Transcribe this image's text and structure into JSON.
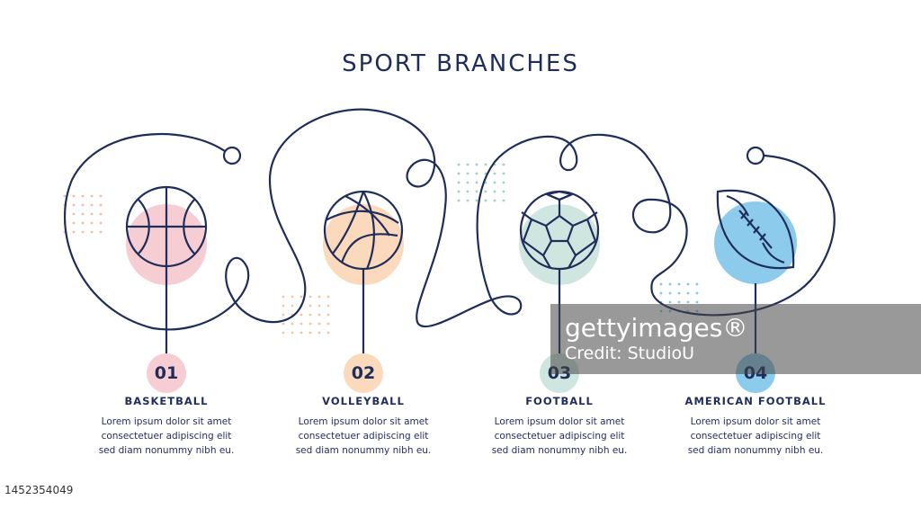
{
  "title": "SPORT BRANCHES",
  "colors": {
    "navy": "#1f2d5a",
    "pink": "#f6cdd3",
    "peach": "#fbd9bd",
    "mint": "#cfe6e0",
    "blue": "#8ccbec"
  },
  "steps": [
    {
      "number": "01",
      "label": "BASKETBALL",
      "icon": "basketball-icon",
      "color": "#f6cdd3",
      "desc": [
        "Lorem ipsum dolor sit amet",
        "consectetuer adipiscing elit",
        "sed diam nonummy nibh eu."
      ]
    },
    {
      "number": "02",
      "label": "VOLLEYBALL",
      "icon": "volleyball-icon",
      "color": "#fbd9bd",
      "desc": [
        "Lorem ipsum dolor sit amet",
        "consectetuer adipiscing elit",
        "sed diam nonummy nibh eu."
      ]
    },
    {
      "number": "03",
      "label": "FOOTBALL",
      "icon": "soccer-ball-icon",
      "color": "#cfe6e0",
      "desc": [
        "Lorem ipsum dolor sit amet",
        "consectetuer adipiscing elit",
        "sed diam nonummy nibh eu."
      ]
    },
    {
      "number": "04",
      "label": "AMERICAN FOOTBALL",
      "icon": "american-football-icon",
      "color": "#8ccbec",
      "desc": [
        "Lorem ipsum dolor sit amet",
        "consectetuer adipiscing elit",
        "sed diam nonummy nibh eu."
      ]
    }
  ],
  "watermark": {
    "brand": "gettyimages®",
    "credit": "Credit: StudioU"
  },
  "stock_id": "1452354049"
}
